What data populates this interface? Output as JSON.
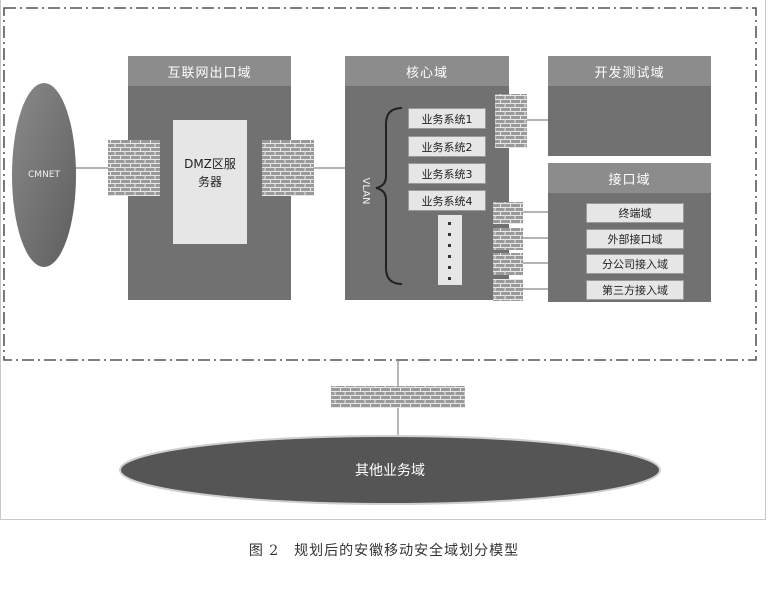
{
  "diagram": {
    "internet_domain": {
      "title": "互联网出口域"
    },
    "core_domain": {
      "title": "核心域"
    },
    "devtest_domain": {
      "title": "开发测试域"
    },
    "interface_domain": {
      "title": "接口域",
      "items": [
        "终端域",
        "外部接口域",
        "分公司接入域",
        "第三方接入域"
      ]
    },
    "cmnet": {
      "label": "CMNET"
    },
    "dmz": {
      "label": "DMZ区服务器"
    },
    "vlan": {
      "label": "VLAN"
    },
    "business_systems": [
      "业务系统1",
      "业务系统2",
      "业务系统3",
      "业务系统4"
    ],
    "other_domain": {
      "label": "其他业务域"
    },
    "colors": {
      "domain_box": "#717171",
      "header": "#8c8c8c",
      "item_fill": "#e6e6e6",
      "firewall": "#9a9a9a",
      "ellipse_dark": "#555555",
      "cmnet": "#777777"
    },
    "icons": [
      "firewall-icon",
      "brace-icon"
    ]
  },
  "caption": "图 2　规划后的安徽移动安全域划分模型"
}
